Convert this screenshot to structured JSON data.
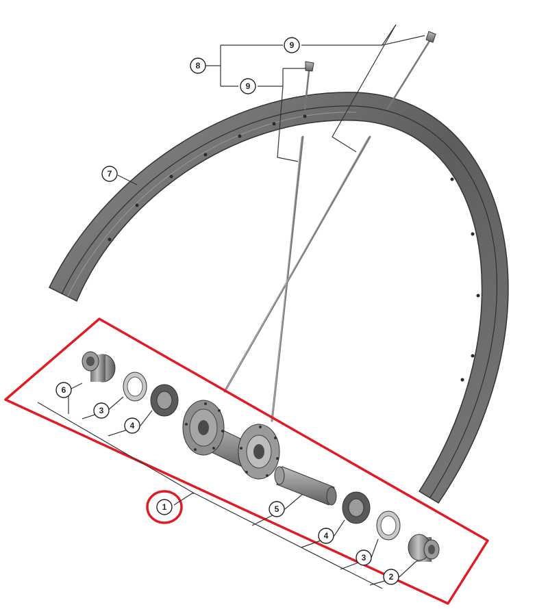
{
  "callouts": {
    "c1": "1",
    "c2": "2",
    "c3a": "3",
    "c3b": "3",
    "c4a": "4",
    "c4b": "4",
    "c5": "5",
    "c6": "6",
    "c7": "7",
    "c8": "8",
    "c9a": "9",
    "c9b": "9"
  },
  "colors": {
    "highlight": "#e01b24",
    "rim": "#6b6b6b",
    "rim_dark": "#444444",
    "parts": "#8a8a8a",
    "line": "#333333"
  }
}
